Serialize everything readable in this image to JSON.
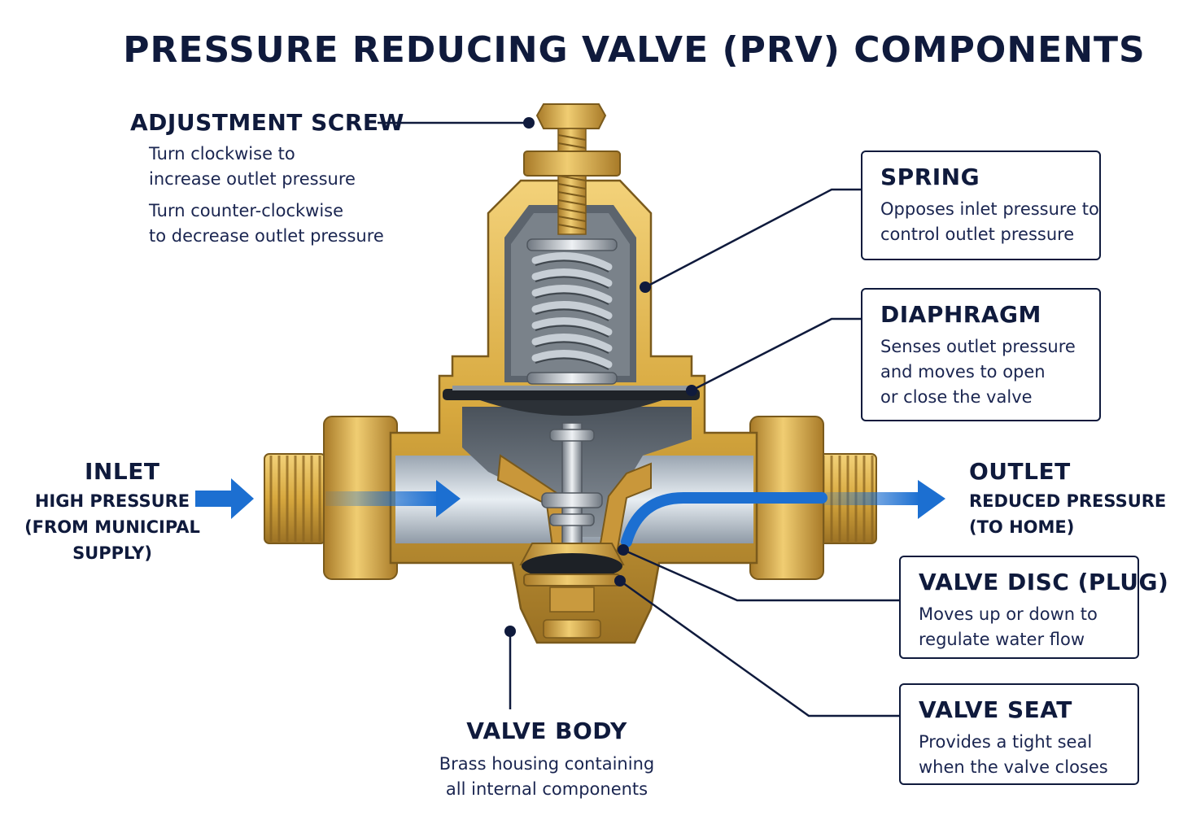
{
  "title": "PRESSURE REDUCING VALVE (PRV) COMPONENTS",
  "adjustment_screw": {
    "heading": "ADJUSTMENT SCREW",
    "lines": [
      "Turn clockwise to",
      "increase outlet pressure",
      "Turn counter-clockwise",
      "to decrease outlet pressure"
    ]
  },
  "spring": {
    "heading": "SPRING",
    "lines": [
      "Opposes inlet pressure to",
      "control outlet pressure"
    ]
  },
  "diaphragm": {
    "heading": "DIAPHRAGM",
    "lines": [
      "Senses outlet pressure",
      "and moves to open",
      "or close the valve"
    ]
  },
  "inlet": {
    "heading": "INLET",
    "lines": [
      "HIGH PRESSURE",
      "(FROM MUNICIPAL",
      "SUPPLY)"
    ]
  },
  "outlet": {
    "heading": "OUTLET",
    "lines": [
      "REDUCED PRESSURE",
      "(TO HOME)"
    ]
  },
  "valve_disc": {
    "heading": "VALVE DISC (PLUG)",
    "lines": [
      "Moves up or down to",
      "regulate water flow"
    ]
  },
  "valve_seat": {
    "heading": "VALVE SEAT",
    "lines": [
      "Provides a tight seal",
      "when the valve closes"
    ]
  },
  "valve_body": {
    "heading": "VALVE BODY",
    "lines": [
      "Brass housing containing",
      "all internal components"
    ]
  },
  "colors": {
    "navy": "#0f1a3c",
    "brass": "#d7a83e",
    "brass_dark": "#8a6420",
    "flow_blue": "#1c6fd1",
    "steel": "#b9c0c7"
  }
}
